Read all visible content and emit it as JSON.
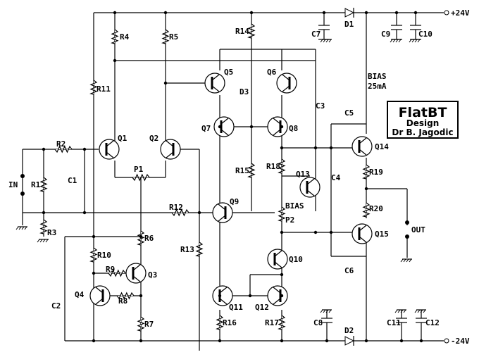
{
  "diagram": {
    "power": {
      "pos": "+24V",
      "neg": "-24V"
    },
    "io": {
      "in": "IN",
      "out": "OUT"
    },
    "bias_note": [
      "BIAS",
      "25mA"
    ],
    "bias_pot": "BIAS",
    "title_box": {
      "name": "FlatBT",
      "line1": "Design",
      "line2": "Dr B. Jagodic"
    },
    "resistors": {
      "r1": "R1",
      "r2": "R2",
      "r3": "R3",
      "r4": "R4",
      "r5": "R5",
      "r6": "R6",
      "r7": "R7",
      "r8": "R8",
      "r9": "R9",
      "r10": "R10",
      "r11": "R11",
      "r12": "R12",
      "r13": "R13",
      "r14": "R14",
      "r15": "R15",
      "r16": "R16",
      "r17": "R17",
      "r18": "R18",
      "r19": "R19",
      "r20": "R20",
      "p1": "P1",
      "p2": "P2"
    },
    "capacitors": {
      "c1": "C1",
      "c2": "C2",
      "c3": "C3",
      "c4": "C4",
      "c5": "C5",
      "c6": "C6",
      "c7": "C7",
      "c8": "C8",
      "c9": "C9",
      "c10": "C10",
      "c11": "C11",
      "c12": "C12"
    },
    "transistors": {
      "q1": "Q1",
      "q2": "Q2",
      "q3": "Q3",
      "q4": "Q4",
      "q5": "Q5",
      "q6": "Q6",
      "q7": "Q7",
      "q8": "Q8",
      "q9": "Q9",
      "q10": "Q10",
      "q11": "Q11",
      "q12": "Q12",
      "q13": "Q13",
      "q14": "Q14",
      "q15": "Q15"
    },
    "diodes": {
      "d1": "D1",
      "d2": "D2",
      "d3": "D3"
    }
  }
}
